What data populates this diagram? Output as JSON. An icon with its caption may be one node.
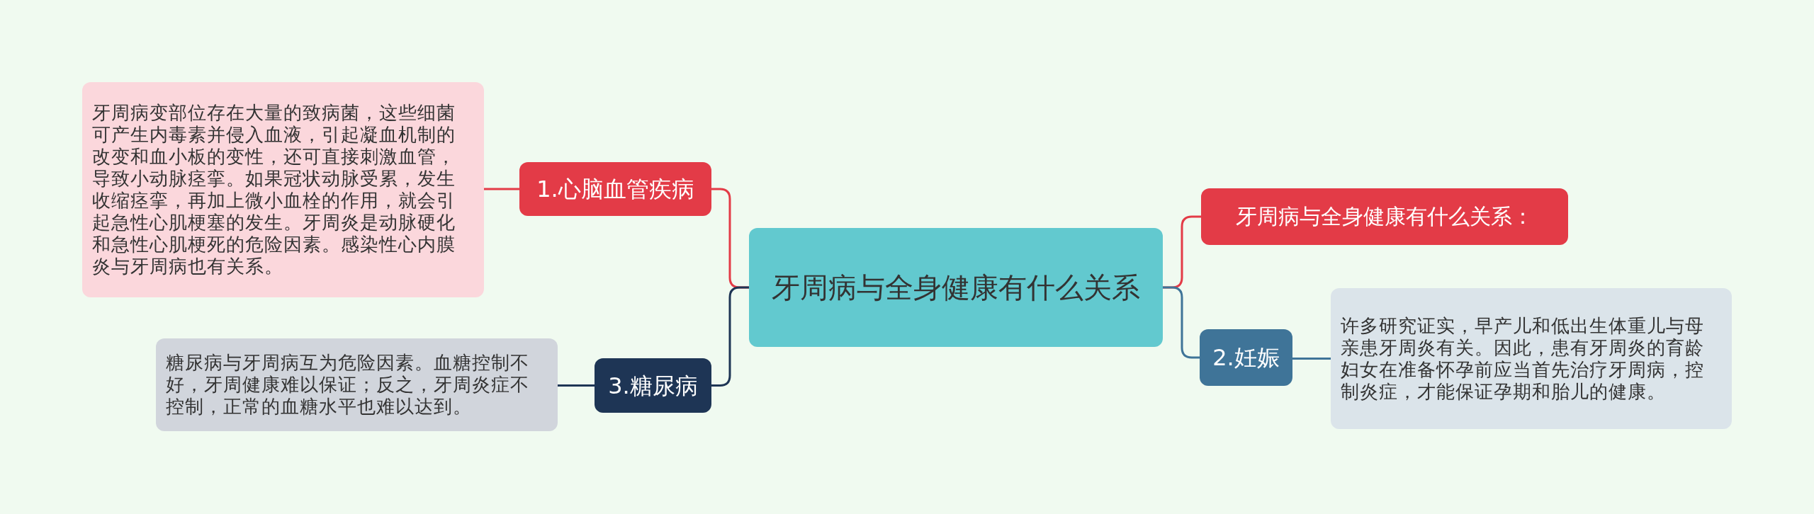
{
  "diagram": {
    "nodes": [
      {
        "text": [
          "牙周病与全身健康有什么关系"
        ]
      },
      {
        "text": [
          "1.心脑血管疾病"
        ]
      },
      {
        "text": [
          "牙周病变部位存在大量的致病菌，这些细菌可产生内毒素并侵入血液，引起凝血机制的改变和血小板的变性，还可直接刺激血管，导致小动脉痉挛。如果冠状动脉受累，发生收缩痉挛，再加上微小血栓的作用，就会引起急性心肌梗塞的发生。牙周炎是动脉硬化和急性心肌梗死的危险因素。感染性心内膜炎与牙周病也有关系。"
        ]
      },
      {
        "text": [
          "3.糖尿病"
        ]
      },
      {
        "text": [
          "糖尿病与牙周病互为危险因素。血糖控制不好，牙周健康难以保证；反之，牙周炎症不控制，正常的血糖水平也难以达到。"
        ]
      },
      {
        "text": [
          "牙周病与全身健康有什么关系："
        ]
      },
      {
        "text": [
          "2.妊娠"
        ]
      },
      {
        "text": [
          "许多研究证实，早产儿和低出生体重儿与母亲患牙周炎有关。因此，患有牙周炎的育龄妇女在准备怀孕前应当首先治疗牙周病，控制炎症，才能保证孕期和胎儿的健康。"
        ]
      }
    ],
    "edges": [
      {
        "from": 0,
        "to": 1,
        "arrow": "none"
      },
      {
        "from": 1,
        "to": 2,
        "arrow": "none"
      },
      {
        "from": 0,
        "to": 3,
        "arrow": "none",
        "color": "#1e3555"
      },
      {
        "from": 3,
        "to": 4,
        "arrow": "none",
        "color": "#1e3555"
      },
      {
        "from": 0,
        "to": 5,
        "arrow": "none"
      },
      {
        "from": 0,
        "to": 6,
        "arrow": "none",
        "color": "#3f7498"
      },
      {
        "from": 6,
        "to": 7,
        "arrow": "none",
        "color": "#3f7498"
      }
    ]
  }
}
